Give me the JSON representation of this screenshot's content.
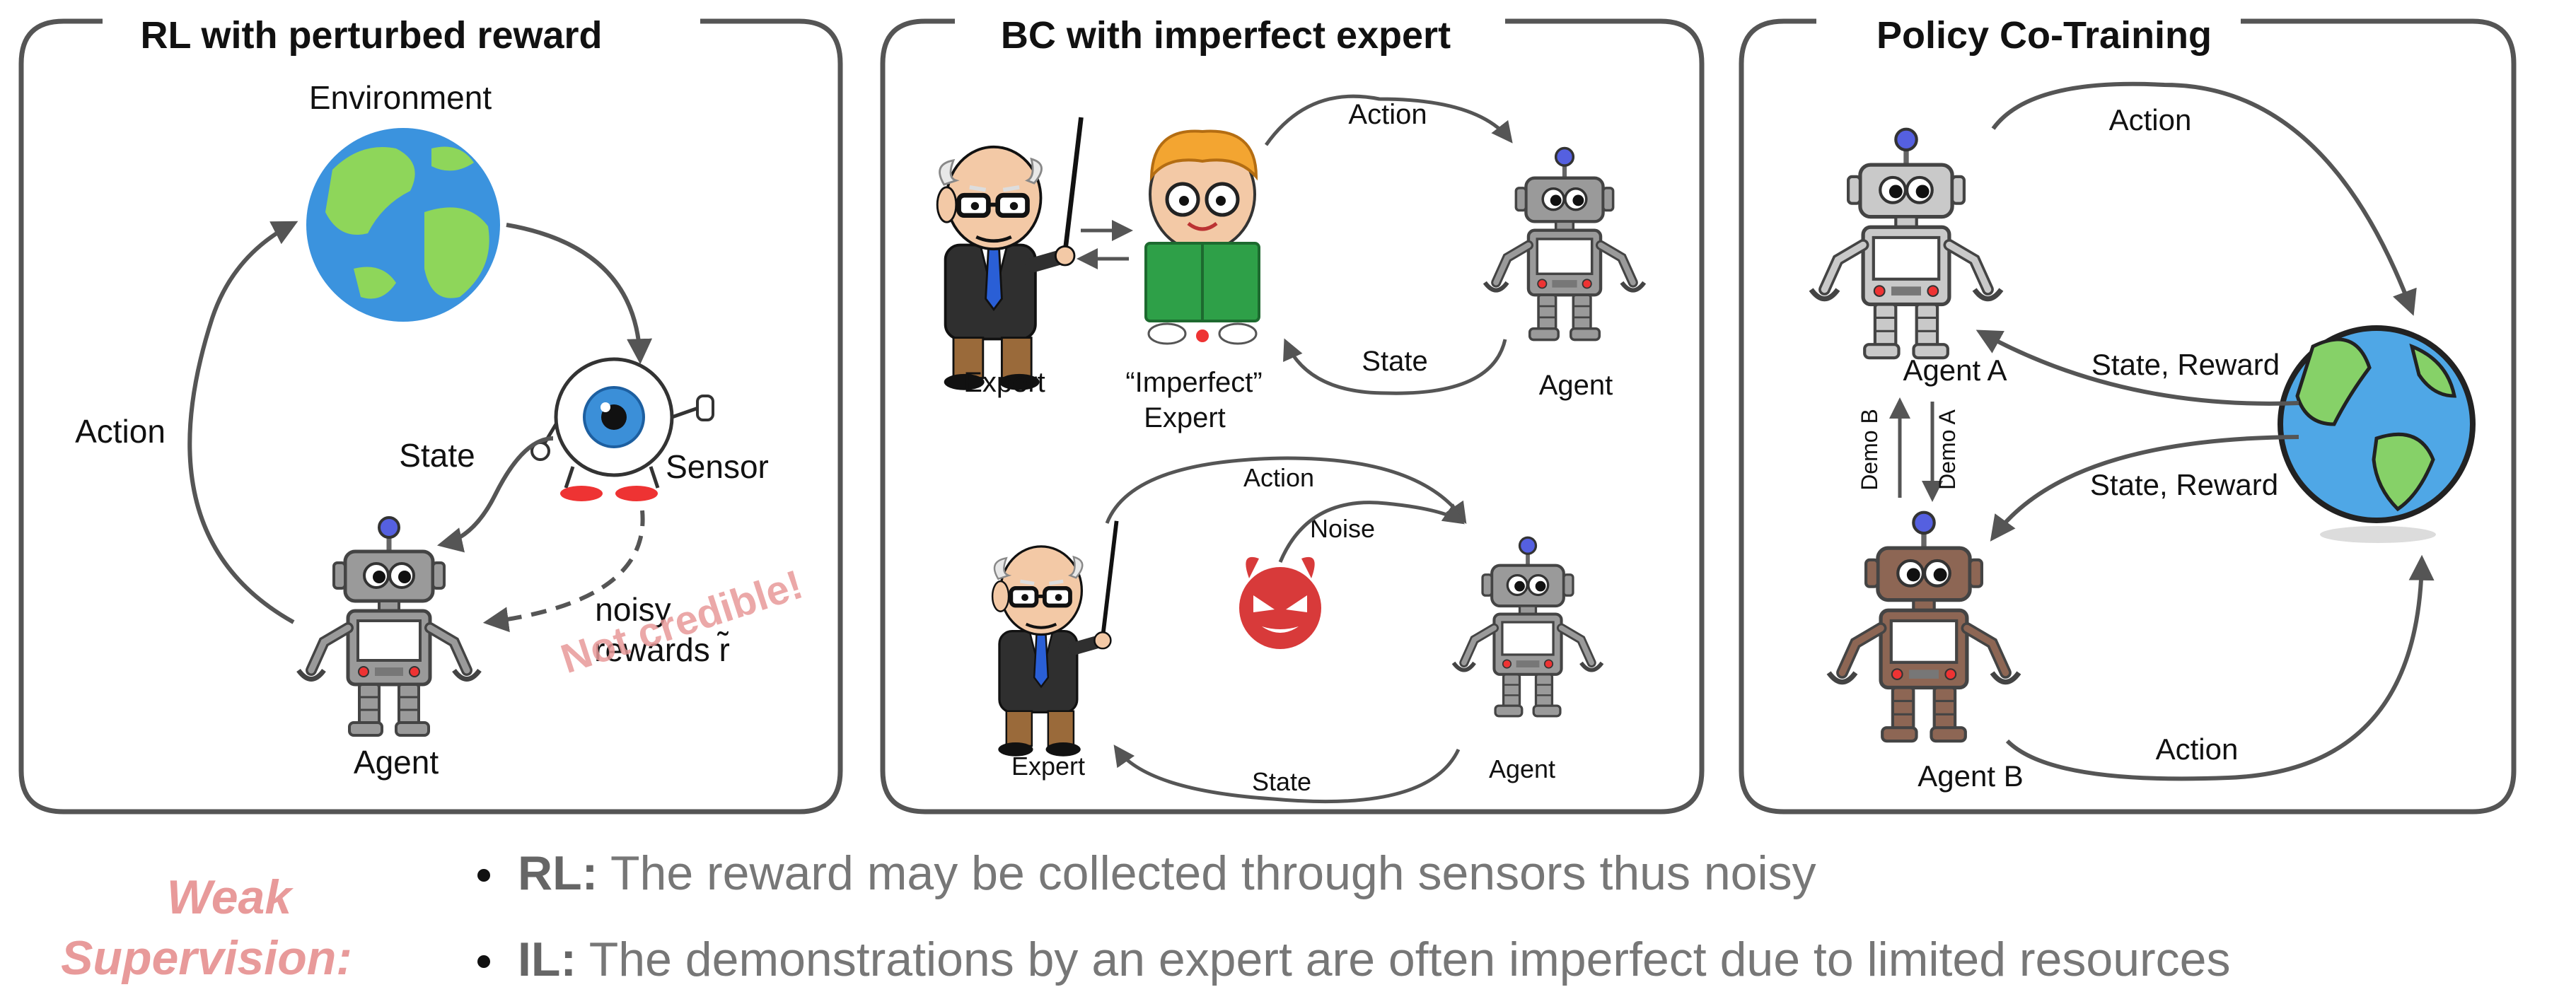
{
  "colors": {
    "panel_border": "#555555",
    "arrow": "#555555",
    "weak_label": "#e89a9a",
    "bullet_text": "#777777",
    "bullet_bold": "#666666",
    "robot_gray": "#9a9a9a",
    "robot_faded": "#c9c9c9",
    "robot_brown": "#8d6654",
    "ocean": "#3b93de",
    "land": "#8ed65a"
  },
  "panels": [
    {
      "title": "RL with perturbed reward",
      "labels": {
        "environment": "Environment",
        "action": "Action",
        "state": "State",
        "sensor": "Sensor",
        "agent": "Agent",
        "noisy": "noisy",
        "rewards": "rewards r̃",
        "stamp": "Not credible!"
      }
    },
    {
      "title": "BC with imperfect expert",
      "labels": {
        "action_top": "Action",
        "state_top": "State",
        "expert_top": "Expert",
        "imperfect_line1": "“Imperfect”",
        "imperfect_line2": "Expert",
        "agent_top": "Agent",
        "action_bottom": "Action",
        "noise": "Noise",
        "expert_bottom": "Expert",
        "state_bottom": "State",
        "agent_bottom": "Agent"
      }
    },
    {
      "title": "Policy Co-Training",
      "labels": {
        "action_top": "Action",
        "agent_a": "Agent A",
        "state_reward_top": "State, Reward",
        "demo_b": "Demo B",
        "demo_a": "Demo A",
        "state_reward_bottom": "State, Reward",
        "agent_b": "Agent B",
        "action_bottom": "Action"
      }
    }
  ],
  "footer": {
    "weak_line1": "Weak",
    "weak_line2": "Supervision:",
    "bullets": [
      {
        "bold": "RL:",
        "text": " The reward may be collected through sensors thus noisy"
      },
      {
        "bold": "IL:",
        "text": " The demonstrations by an expert are often imperfect due to limited resources"
      }
    ]
  }
}
